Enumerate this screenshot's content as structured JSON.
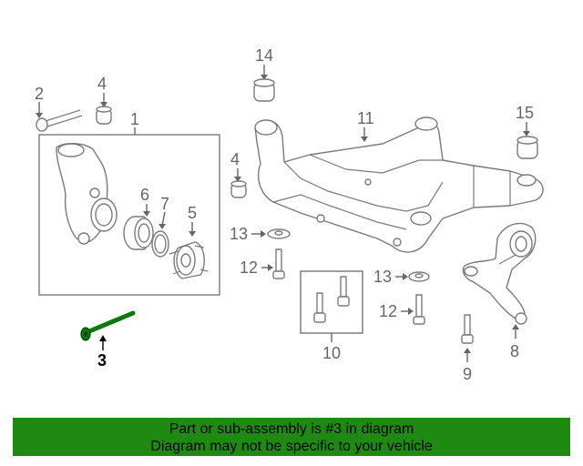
{
  "callouts": {
    "c1": "1",
    "c2": "2",
    "c3": "3",
    "c4a": "4",
    "c4b": "4",
    "c5": "5",
    "c6": "6",
    "c7": "7",
    "c8": "8",
    "c9": "9",
    "c10": "10",
    "c11": "11",
    "c12a": "12",
    "c12b": "12",
    "c13a": "13",
    "c13b": "13",
    "c14": "14",
    "c15": "15"
  },
  "highlight": {
    "part_number": "3",
    "color": "#0a7a0a"
  },
  "banner": {
    "line1": "Part or sub-assembly is #3 in diagram",
    "line2": "Diagram may not be specific to your vehicle",
    "background": "#1e8a12"
  }
}
